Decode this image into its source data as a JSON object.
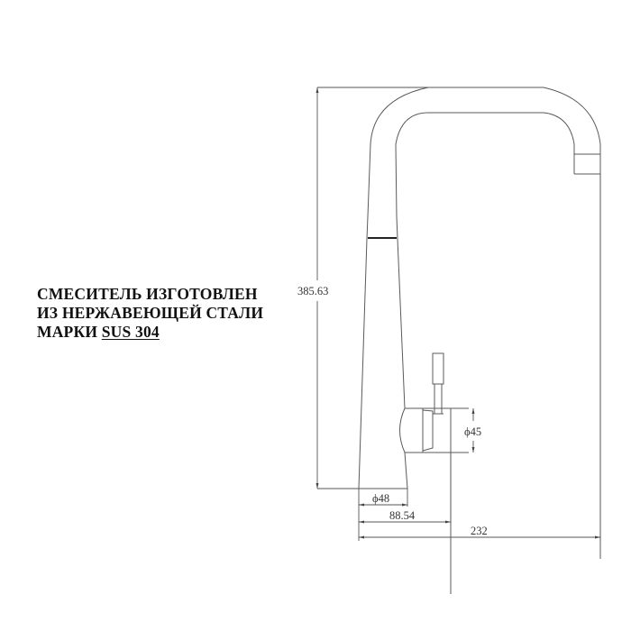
{
  "note": {
    "line1": "СМЕСИТЕЛЬ ИЗГОТОВЛЕН",
    "line2": "ИЗ НЕРЖАВЕЮЩЕЙ СТАЛИ",
    "line3_prefix": "МАРКИ ",
    "line3_material": "SUS 304"
  },
  "dimensions": {
    "height": "385.63",
    "handle_diameter": "ϕ45",
    "base_diameter": "ϕ48",
    "handle_offset": "88.54",
    "total_width": "232"
  },
  "colors": {
    "line": "#555555",
    "text": "#111111",
    "background": "#ffffff"
  }
}
